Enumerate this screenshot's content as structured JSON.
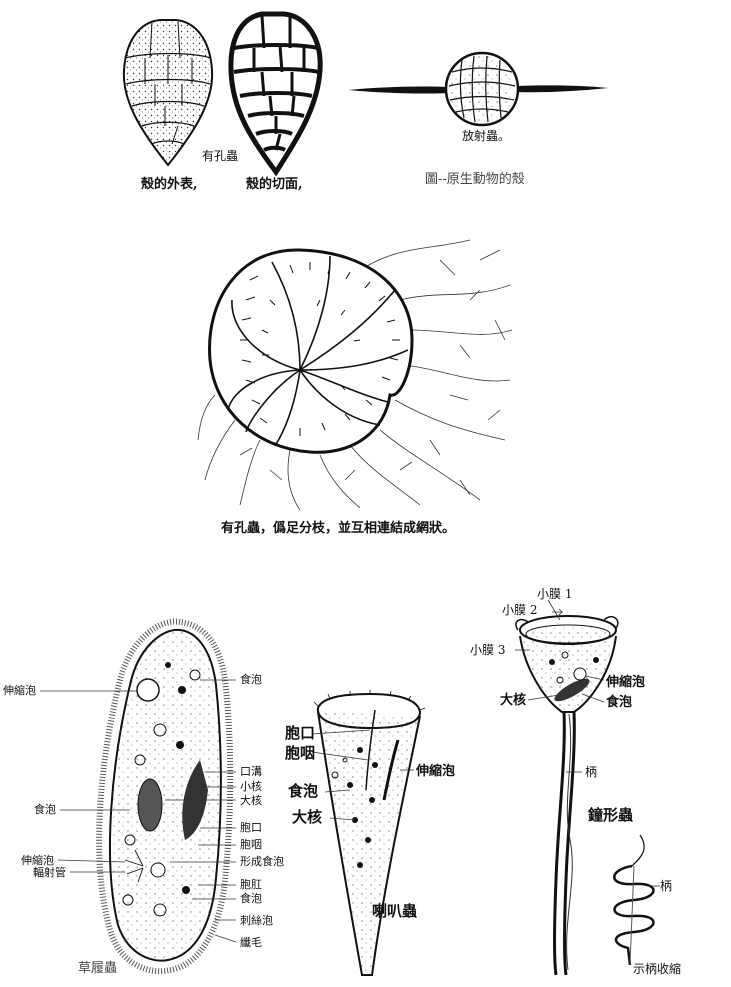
{
  "top_row": {
    "shell_exterior_label": "殼的外表,",
    "foram_label": "有孔蟲",
    "shell_section_label": "殼的切面,",
    "radiolarian_label": "放射蟲。",
    "figure_caption": "圖--原生動物的殼"
  },
  "middle": {
    "caption": "有孔蟲，僞足分枝，並互相連結成網狀。"
  },
  "paramecium": {
    "name": "草履蟲",
    "labels": [
      "伸縮泡",
      "食泡",
      "口溝",
      "小核",
      "大核",
      "食泡",
      "胞口",
      "胞咽",
      "伸縮泡",
      "形成食泡",
      "輻射管",
      "胞肛",
      "食泡",
      "刺絲泡",
      "纖毛"
    ]
  },
  "stentor": {
    "name": "喇叭蟲",
    "labels": [
      "胞口",
      "胞咽",
      "伸縮泡",
      "食泡",
      "大核"
    ]
  },
  "vorticella": {
    "name": "鐘形蟲",
    "labels": [
      "小膜 1",
      "小膜 2",
      "小膜 3",
      "伸縮泡",
      "大核",
      "食泡",
      "柄"
    ],
    "contracted_caption": "示柄收縮",
    "contracted_stalk_label": "柄"
  }
}
